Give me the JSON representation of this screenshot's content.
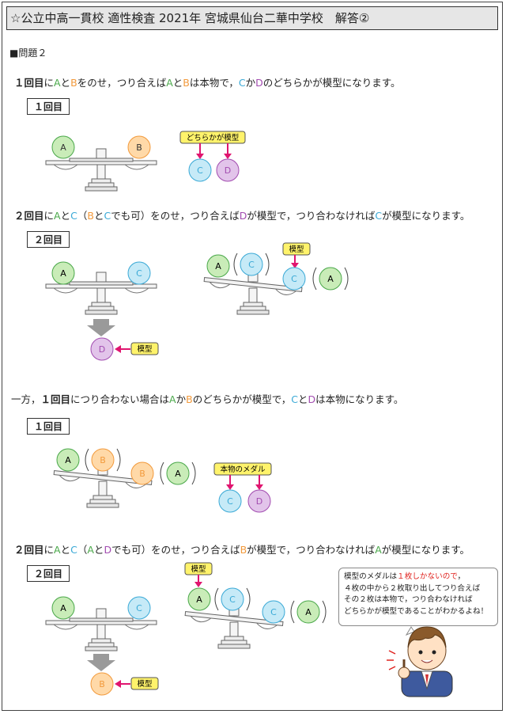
{
  "title": "☆公立中高一貫校 適性検査 2021年 宮城県仙台二華中学校　解答②",
  "section": "■問題２",
  "line1": {
    "n": "１回目",
    "t1": "に",
    "a": "A",
    "t2": "と",
    "b": "B",
    "t3": "をのせ，つり合えば",
    "a2": "A",
    "t4": "と",
    "b2": "B",
    "t5": "は本物で，",
    "c": "C",
    "t6": "か",
    "d": "D",
    "t7": "のどちらかが模型になります。"
  },
  "label_1a": "１回目",
  "tag_dochiraka": "どちらかが模型",
  "line2": {
    "n": "２回目",
    "t1": "に",
    "a": "A",
    "t2": "と",
    "c": "C",
    "t3": "（",
    "b": "B",
    "t4": "と",
    "c2": "C",
    "t5": "でも可）をのせ，つり合えば",
    "d": "D",
    "t6": "が模型で，つり合わなければ",
    "c3": "C",
    "t7": "が模型になります。"
  },
  "label_2a": "２回目",
  "tag_mokei": "模型",
  "line3": {
    "t1": "一方，",
    "n": "１回目",
    "t2": "につり合わない場合は",
    "a": "A",
    "t3": "か",
    "b": "B",
    "t4": "のどちらかが模型で，",
    "c": "C",
    "t5": "と",
    "d": "D",
    "t6": "は本物になります。"
  },
  "label_1b": "１回目",
  "tag_honmono": "本物のメダル",
  "line4": {
    "n": "２回目",
    "t1": "に",
    "a": "A",
    "t2": "と",
    "c": "C",
    "t3": "（",
    "a2": "A",
    "t4": "と",
    "d": "D",
    "t5": "でも可）をのせ，つり合えば",
    "b": "B",
    "t6": "が模型で，つり合わなければ",
    "a3": "A",
    "t7": "が模型になります。"
  },
  "label_2b": "２回目",
  "note": {
    "l1a": "模型のメダルは",
    "l1b": "１枚しかないので",
    "l1c": "，",
    "l2": "４枚の中から２枚取り出してつり合えば",
    "l3": "その２枚は本物で，つり合わなければ",
    "l4": "どちらかが模型であることがわかるよね！"
  },
  "coins": {
    "A": "A",
    "B": "B",
    "C": "C",
    "D": "D"
  },
  "colors": {
    "A_fill": "#c9ecb8",
    "A_stroke": "#4aa84a",
    "B_fill": "#ffd9a8",
    "B_stroke": "#f29a3c",
    "C_fill": "#c6eaf7",
    "C_stroke": "#3aa9d6",
    "D_fill": "#e2c4ea",
    "D_stroke": "#a24cb0",
    "tag_fill": "#fff36b",
    "arrow": "#e0156f"
  }
}
